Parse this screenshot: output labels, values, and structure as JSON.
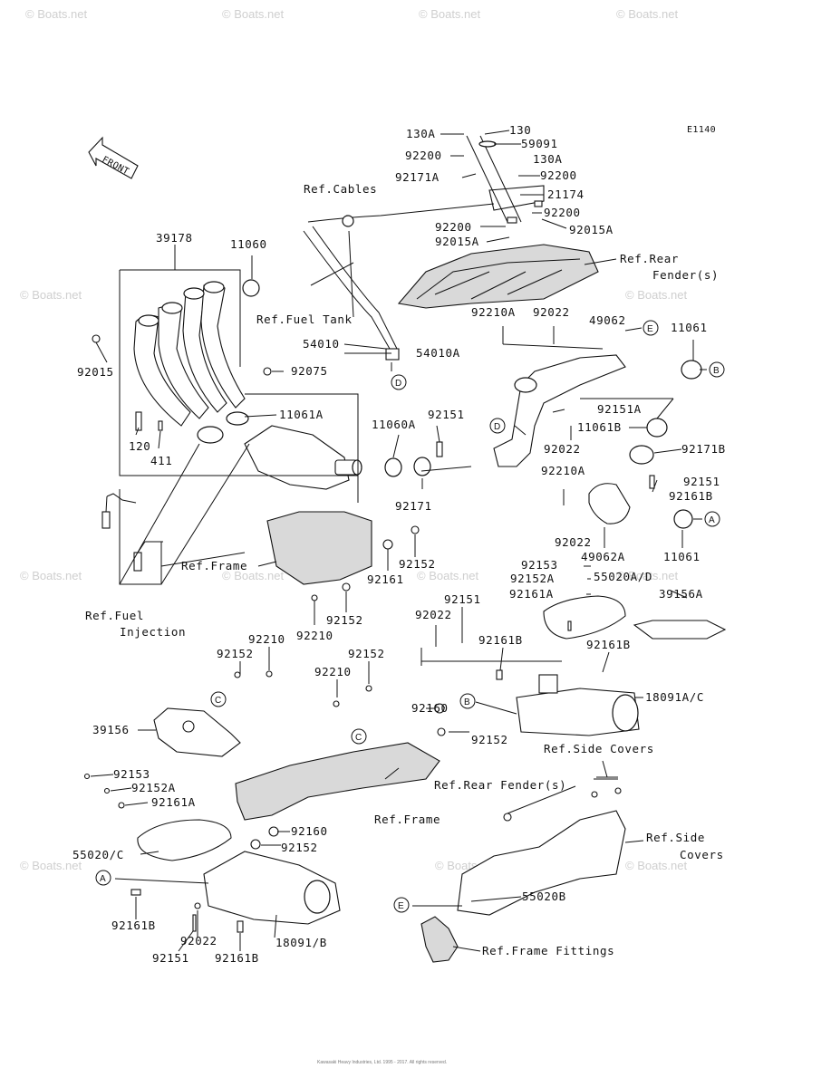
{
  "diagram": {
    "code": "E1140",
    "front_label": "FRONT",
    "footer_text": "Kawasaki Heavy Industries, Ltd. 1995 - 2017. All rights reserved.",
    "watermark": "© Boats.net",
    "reference_letters": [
      "A",
      "B",
      "C",
      "D",
      "E"
    ],
    "labels": {
      "l_130A_top": "130A",
      "l_130": "130",
      "l_92200_a": "92200",
      "l_59091": "59091",
      "l_130A_b": "130A",
      "l_92171A_top": "92171A",
      "l_92200_b": "92200",
      "l_ref_cables": "Ref.Cables",
      "l_21174": "21174",
      "l_92200_c": "92200",
      "l_92200_d": "92200",
      "l_92015A_a": "92015A",
      "l_92015A_b": "92015A",
      "l_ref_rear": "Ref.Rear",
      "l_fenders": "Fender(s)",
      "l_39178": "39178",
      "l_11060": "11060",
      "l_ref_fuel_tank": "Ref.Fuel Tank",
      "l_92210A_a": "92210A",
      "l_92022_a": "92022",
      "l_49062": "49062",
      "l_11061_a": "11061",
      "l_92015": "92015",
      "l_92075": "92075",
      "l_54010": "54010",
      "l_54010A": "54010A",
      "l_92151A": "92151A",
      "l_11061A": "11061A",
      "l_11060A": "11060A",
      "l_92151_a": "92151",
      "l_11061B": "11061B",
      "l_92022_b": "92022",
      "l_92171B": "92171B",
      "l_120": "120",
      "l_411": "411",
      "l_92210A_b": "92210A",
      "l_92151_b": "92151",
      "l_92171": "92171",
      "l_92161B_a": "92161B",
      "l_92022_c": "92022",
      "l_49062A": "49062A",
      "l_11061_b": "11061",
      "l_ref_frame_a": "Ref.Frame",
      "l_92152_a": "92152",
      "l_92161_a": "92161",
      "l_92153_a": "92153",
      "l_92152A_a": "92152A",
      "l_55020A_D": "55020A/D",
      "l_92161A_a": "92161A",
      "l_39156A": "39156A",
      "l_ref_fuel": "Ref.Fuel",
      "l_injection": "Injection",
      "l_92152_b": "92152",
      "l_92210_a": "92210",
      "l_92151_c": "92151",
      "l_92022_d": "92022",
      "l_92161B_b": "92161B",
      "l_92161B_c": "92161B",
      "l_92210_b": "92210",
      "l_92152_c": "92152",
      "l_92152_d": "92152",
      "l_92210_c": "92210",
      "l_92160_a": "92160",
      "l_18091AC": "18091A/C",
      "l_39156": "39156",
      "l_92152_e": "92152",
      "l_ref_side_covers_a": "Ref.Side Covers",
      "l_92153_b": "92153",
      "l_92152A_b": "92152A",
      "l_92161A_b": "92161A",
      "l_ref_rear_fender": "Ref.Rear Fender(s)",
      "l_ref_frame_b": "Ref.Frame",
      "l_92160_b": "92160",
      "l_92152_f": "92152",
      "l_55020C": "55020/C",
      "l_ref_side": "Ref.Side",
      "l_covers": "Covers",
      "l_92161B_d": "92161B",
      "l_92022_e": "92022",
      "l_18091B": "18091/B",
      "l_55020B": "55020B",
      "l_92151_d": "92151",
      "l_92161B_e": "92161B",
      "l_ref_frame_fittings": "Ref.Frame Fittings"
    }
  }
}
